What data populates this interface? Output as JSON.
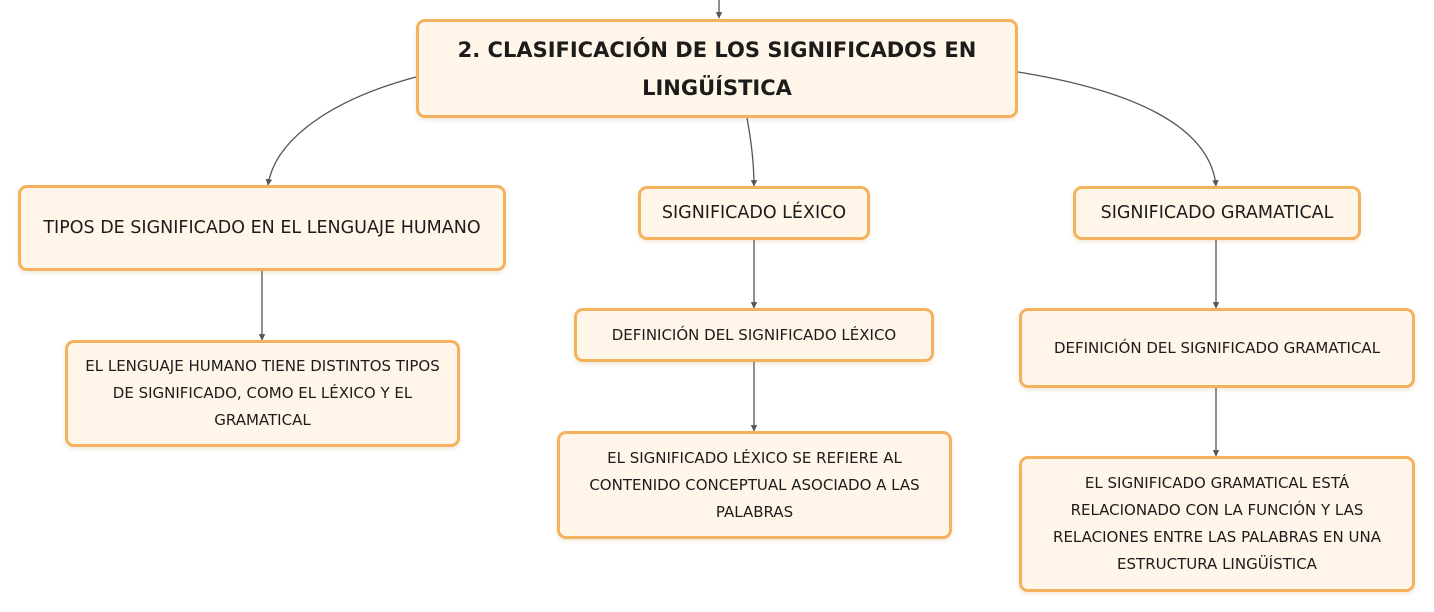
{
  "root": {
    "title": "2. CLASIFICACIÓN DE LOS SIGNIFICADOS EN LINGÜÍSTICA"
  },
  "branches": [
    {
      "title": "TIPOS DE SIGNIFICADO EN EL LENGUAJE HUMANO",
      "child": "EL LENGUAJE HUMANO TIENE DISTINTOS TIPOS DE SIGNIFICADO, COMO EL LÉXICO Y EL GRAMATICAL"
    },
    {
      "title": "SIGNIFICADO LÉXICO",
      "child": "DEFINICIÓN DEL SIGNIFICADO LÉXICO",
      "grandchild": "EL SIGNIFICADO LÉXICO SE REFIERE AL CONTENIDO CONCEPTUAL ASOCIADO A LAS PALABRAS"
    },
    {
      "title": "SIGNIFICADO GRAMATICAL",
      "child": "DEFINICIÓN DEL SIGNIFICADO GRAMATICAL",
      "grandchild": "EL SIGNIFICADO GRAMATICAL ESTÁ RELACIONADO CON LA FUNCIÓN Y LAS RELACIONES ENTRE LAS PALABRAS EN UNA ESTRUCTURA LINGÜÍSTICA"
    }
  ],
  "colors": {
    "node_fill": "#fff5e8",
    "node_border": "#f5b25e",
    "connector": "#555555"
  }
}
